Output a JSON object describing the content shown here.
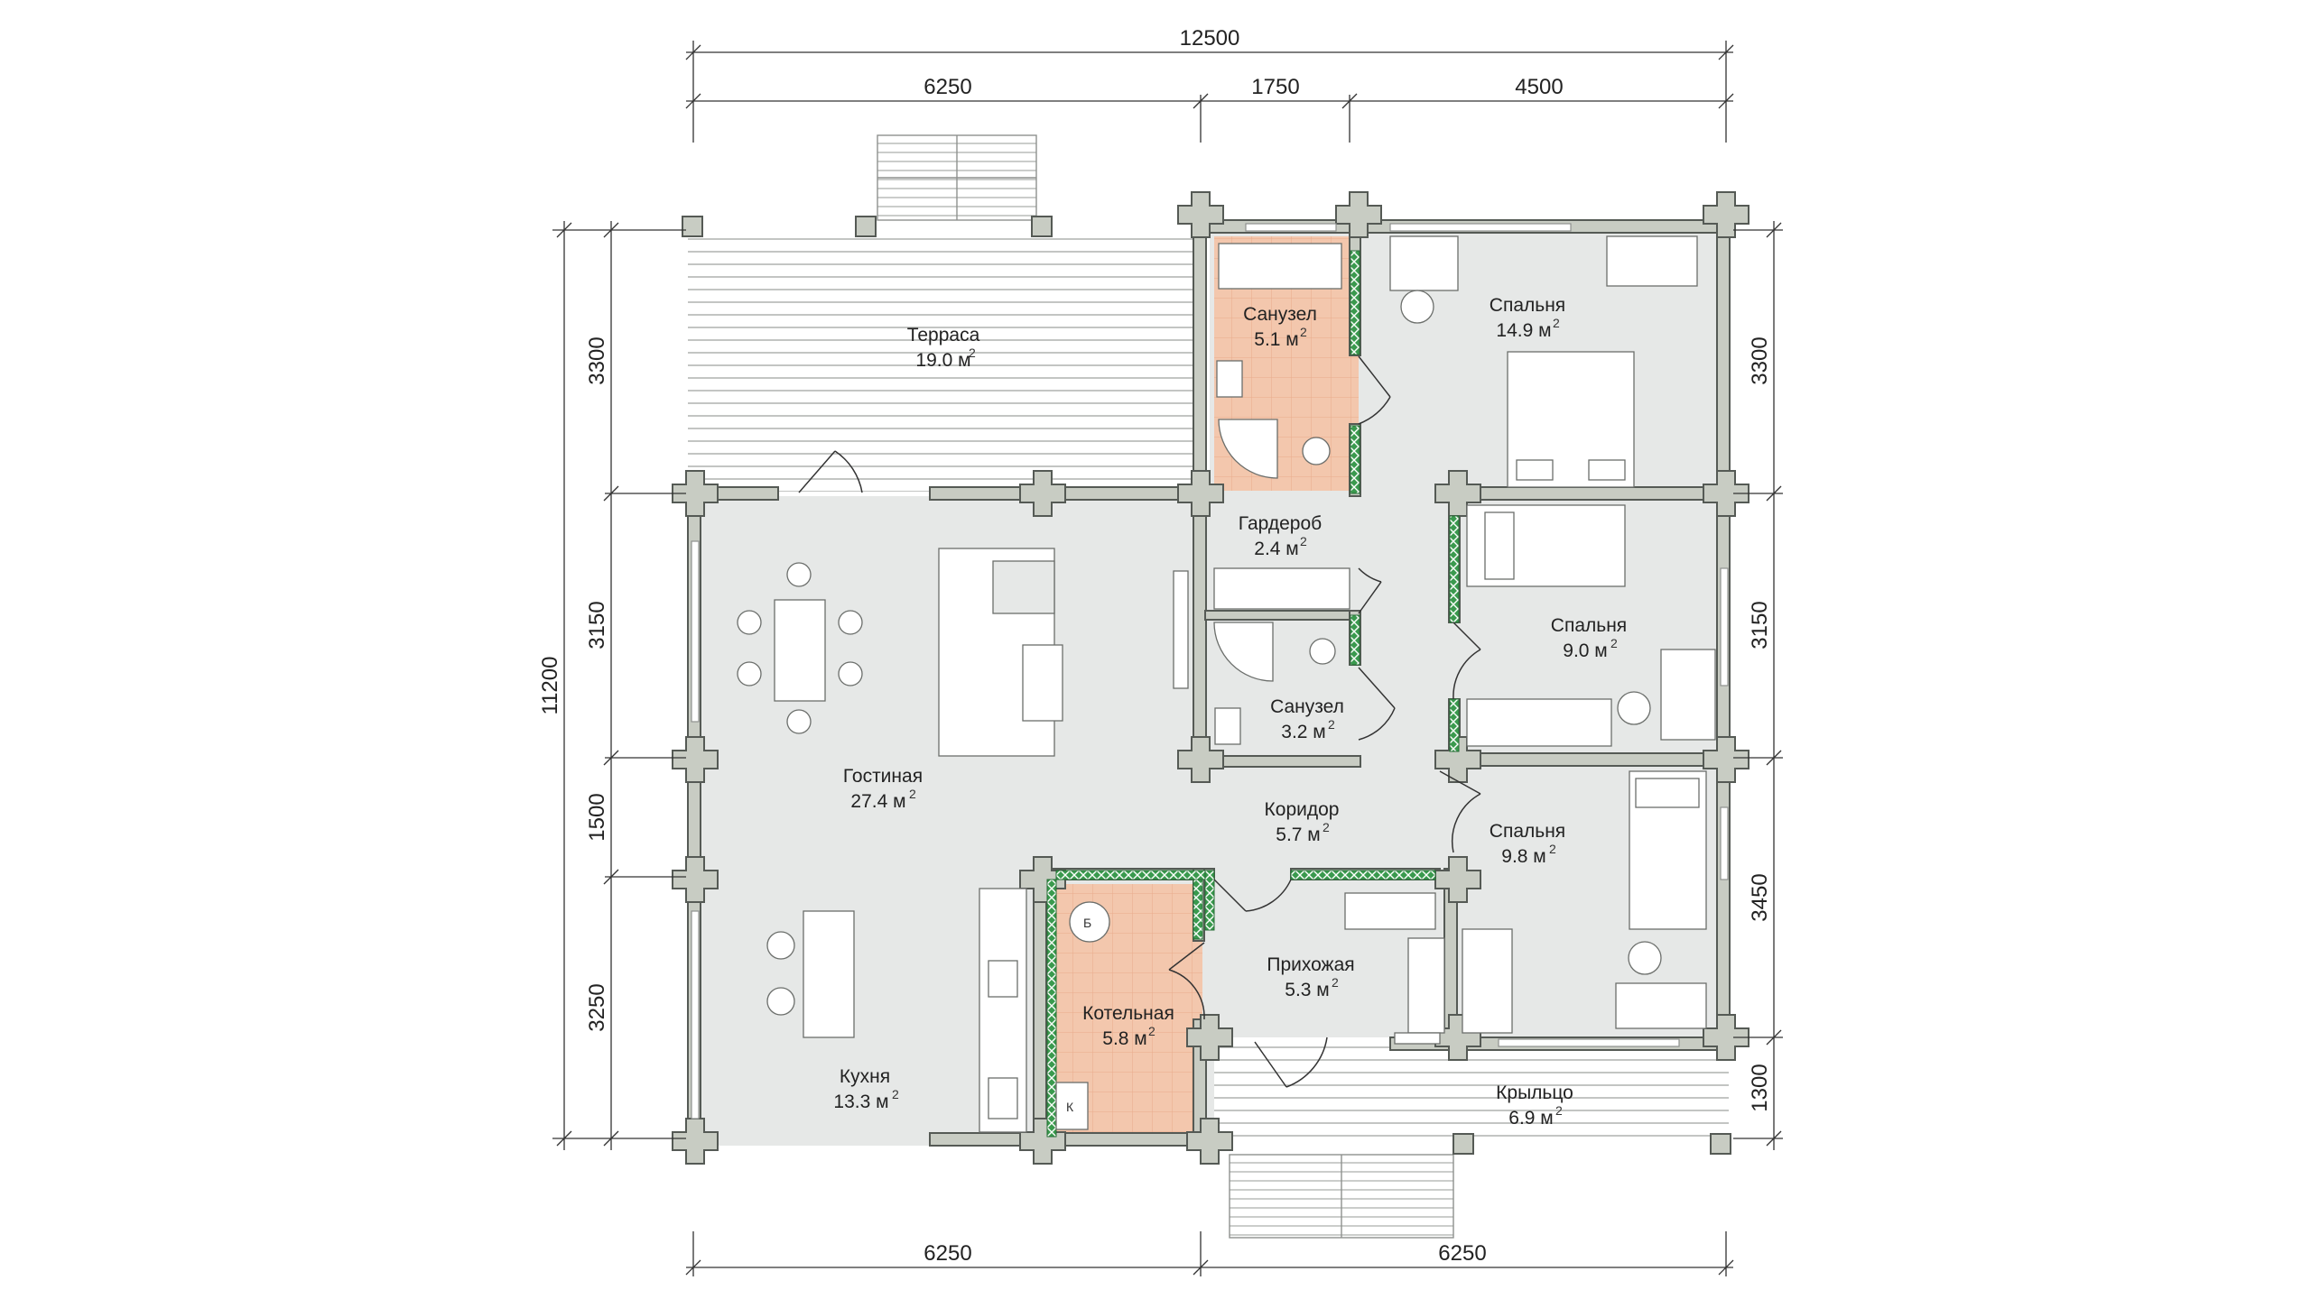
{
  "plan": {
    "colors": {
      "wall": "#c8ccc3",
      "wall_stroke": "#555a55",
      "floor": "#e6e8e7",
      "terrace": "#ffffff",
      "bath_tile": "#f3c7ad",
      "insulation": "#3a9a4e",
      "dim_line": "#333333",
      "furniture": "#ffffff"
    },
    "rooms": [
      {
        "id": "terrace",
        "name": "Терраса",
        "area": "19.0 м"
      },
      {
        "id": "bath1",
        "name": "Санузел",
        "area": "5.1 м"
      },
      {
        "id": "bed1",
        "name": "Спальня",
        "area": "14.9 м"
      },
      {
        "id": "wardrobe",
        "name": "Гардероб",
        "area": "2.4 м"
      },
      {
        "id": "bed2",
        "name": "Спальня",
        "area": "9.0 м"
      },
      {
        "id": "bath2",
        "name": "Санузел",
        "area": "3.2 м"
      },
      {
        "id": "living",
        "name": "Гостиная",
        "area": "27.4 м"
      },
      {
        "id": "corridor",
        "name": "Коридор",
        "area": "5.7 м"
      },
      {
        "id": "bed3",
        "name": "Спальня",
        "area": "9.8 м"
      },
      {
        "id": "hall",
        "name": "Прихожая",
        "area": "5.3 м"
      },
      {
        "id": "boiler",
        "name": "Котельная",
        "area": "5.8 м"
      },
      {
        "id": "kitchen",
        "name": "Кухня",
        "area": "13.3 м"
      },
      {
        "id": "porch",
        "name": "Крыльцо",
        "area": "6.9 м"
      }
    ],
    "area_unit_sup": "2",
    "dimensions": {
      "top_total": "12500",
      "top_segments": [
        "6250",
        "1750",
        "4500"
      ],
      "bottom_segments": [
        "6250",
        "6250"
      ],
      "left_total": "11200",
      "left_segments": [
        "3300",
        "3150",
        "1500",
        "3250"
      ],
      "right_segments": [
        "3300",
        "3150",
        "3450",
        "1300"
      ]
    },
    "fixture_labels": {
      "boiler": "Б",
      "cabinet": "К"
    }
  }
}
